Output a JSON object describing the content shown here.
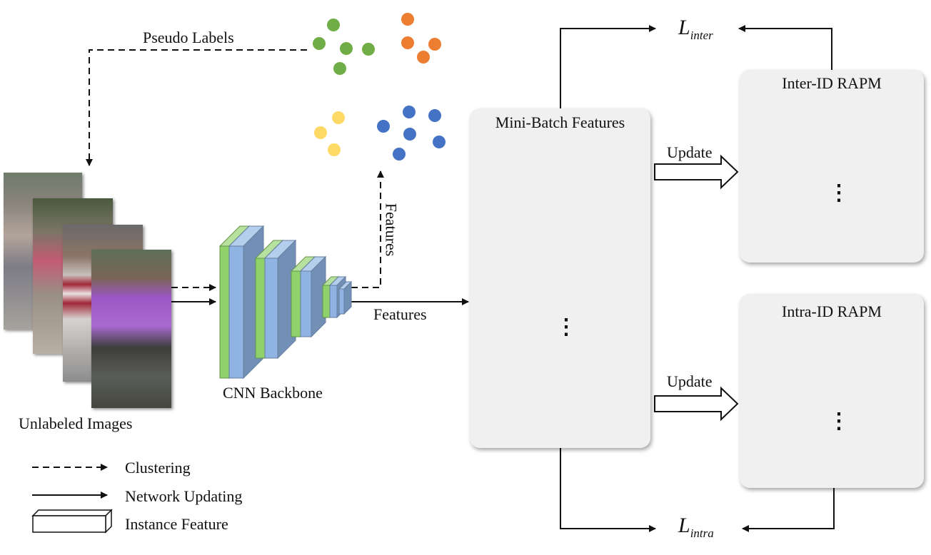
{
  "labels": {
    "pseudo_labels": "Pseudo Labels",
    "features_vertical": "Features",
    "features": "Features",
    "cnn_backbone": "CNN Backbone",
    "unlabeled_images": "Unlabeled Images",
    "mini_batch_features": "Mini-Batch Features",
    "update_top": "Update",
    "update_bottom": "Update",
    "inter_rapm": "Inter-ID RAPM",
    "intra_rapm": "Intra-ID RAPM",
    "loss_inter_base": "L",
    "loss_inter_sub": "inter",
    "loss_intra_base": "L",
    "loss_intra_sub": "intra",
    "ellipsis": "⋮"
  },
  "legend": {
    "clustering": "Clustering",
    "network_updating": "Network Updating",
    "instance_feature": "Instance Feature"
  },
  "colors": {
    "green": "#70ad47",
    "orange": "#ed7d31",
    "blue": "#4472c4",
    "yellow": "#ffd966",
    "backbone_green": "#8fd16a",
    "backbone_blue": "#8fb4e3",
    "panel_bg": "#f0f0f0"
  },
  "mini_batch_bars": [
    "green",
    "green",
    "orange",
    "orange",
    "blue",
    "blue"
  ],
  "inter_bank_bars": [
    "green",
    "orange",
    "blue"
  ],
  "intra_bank_bars": [
    "green",
    "orange",
    "blue"
  ],
  "clusters": [
    "green",
    "orange",
    "yellow",
    "blue"
  ]
}
